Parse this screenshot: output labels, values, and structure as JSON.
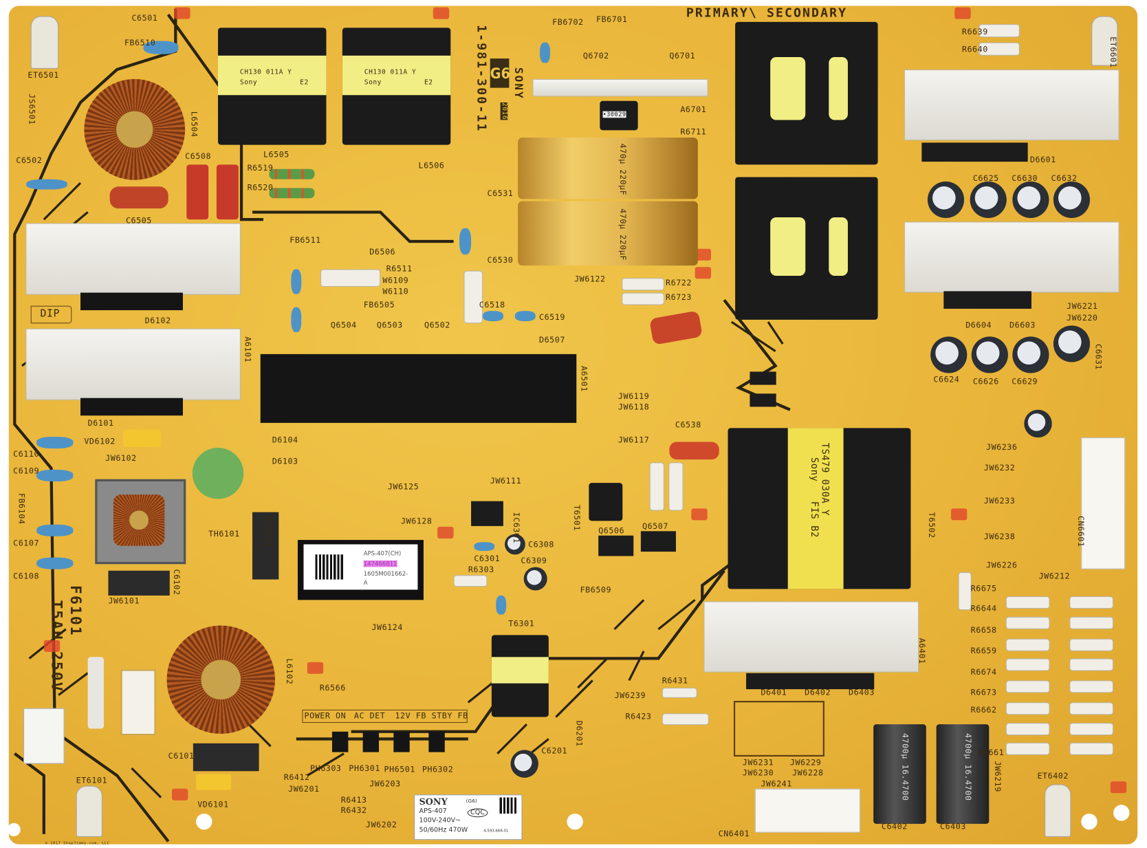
{
  "board": {
    "part_number": "1-981-300-11",
    "maker": "SONY",
    "rev_badge": "G6",
    "year": "2016",
    "primary_secondary": "PRIMARY\\ SECONDARY",
    "fuse_rating": "T5AH 250V",
    "fuse_id": "F6101",
    "dip_marker": "DIP",
    "copyright": "© 2017 ShopJimmy.com, LLC"
  },
  "transformers": [
    {
      "line1": "CH130 011A Y",
      "line2": "Sony",
      "line3": "E2"
    },
    {
      "line1": "CH130 011A Y",
      "line2": "Sony",
      "line3": "E2"
    },
    {
      "line1": "TS479 030A Y",
      "line2": "Sony",
      "line3": "FIS B2"
    }
  ],
  "small_xfmr": "•30029",
  "caps_text": {
    "primary": "470μ 220μF",
    "secondary": "4700μ 16.4700"
  },
  "optocoupler_labels": [
    "POWER ON",
    "AC DET",
    "12V FB",
    "STBY FB"
  ],
  "serial_sticker": {
    "model": "APS-407(CH)",
    "serial": "147466811",
    "lot": "1605M001662-",
    "suffix": "A"
  },
  "rating_label": {
    "brand": "SONY",
    "model": "APS-407",
    "code": "(G6)",
    "voltage": "100V-240V~",
    "power": "50/60Hz 470W",
    "cert": "CQC",
    "part": "4-593-668-01"
  },
  "labels": [
    "C6501",
    "FB6510",
    "ET6501",
    "JS6501",
    "C6502",
    "L6504",
    "C6508",
    "R6519",
    "R6520",
    "C6505",
    "FB6511",
    "D6506",
    "R6511",
    "W6109",
    "W6110",
    "FB6505",
    "Q6504",
    "Q6503",
    "Q6502",
    "D6507",
    "C6519",
    "C6518",
    "D6102",
    "D6101",
    "VD6102",
    "D6104",
    "D6103",
    "C6110",
    "C6109",
    "FB6104",
    "C6107",
    "C6108",
    "JW6102",
    "TH6101",
    "JW6101",
    "R6566",
    "PH6303",
    "PH6301",
    "PH6501",
    "PH6302",
    "R6412",
    "JW6201",
    "R6413",
    "R6432",
    "JW6203",
    "JW6202",
    "ET6101",
    "VD6101",
    "C6101",
    "R6303",
    "C6301",
    "C6309",
    "C6308",
    "IC6301",
    "JW6111",
    "JW6125",
    "JW6128",
    "JW6124",
    "T6301",
    "FB6509",
    "Q6506",
    "Q6507",
    "JW6117",
    "C6538",
    "JW6119",
    "JW6118",
    "JW6122",
    "R6722",
    "R6723",
    "R6711",
    "A6701",
    "Q6702",
    "Q6701",
    "FB6702",
    "FB6701",
    "L6505",
    "L6506",
    "C6531",
    "C6530",
    "R6639",
    "R6640",
    "ET6601",
    "D6601",
    "C6625",
    "C6630",
    "C6632",
    "D6604",
    "D6603",
    "JW6221",
    "JW6220",
    "C6624",
    "C6626",
    "C6629",
    "JW6236",
    "JW6232",
    "JW6233",
    "JW6238",
    "JW6226",
    "JW6212",
    "R6675",
    "R6644",
    "R6658",
    "R6659",
    "R6674",
    "R6673",
    "R6662",
    "R6661",
    "ET6402",
    "C6402",
    "C6403",
    "CN6401",
    "JW6241",
    "JW6230",
    "JW6228",
    "JW6229",
    "JW6231",
    "D6401",
    "D6402",
    "D6403",
    "R6431",
    "R6423",
    "JW6239",
    "C6201",
    "D6201",
    "A6501",
    "A6401",
    "CN6601",
    "L6102",
    "C6102",
    "RY6501",
    "T6501",
    "T6502",
    "A6101",
    "C6631",
    "JW6219"
  ],
  "colors": {
    "board": "#e9b53a",
    "silkscreen": "#3b2a10",
    "heatsink": "#ecebe5"
  }
}
